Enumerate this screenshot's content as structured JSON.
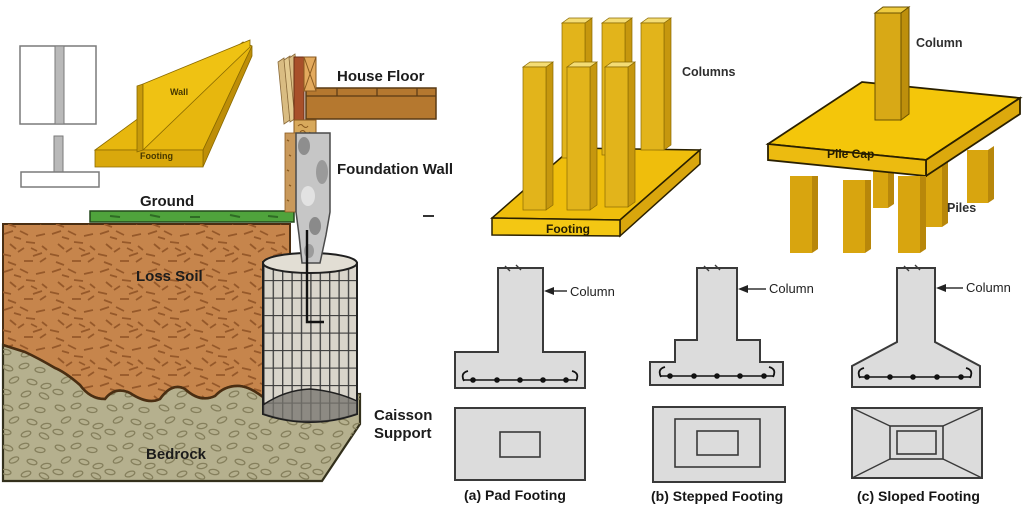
{
  "left": {
    "wall": "Wall",
    "footing": "Footing",
    "ground": "Ground",
    "house_floor": "House Floor",
    "foundation_wall": "Foundation Wall",
    "loss_soil": "Loss Soil",
    "bedrock": "Bedrock",
    "caisson_line1": "Caisson",
    "caisson_line2": "Support"
  },
  "mat": {
    "columns": "Columns",
    "footing": "Footing"
  },
  "pile": {
    "column": "Column",
    "pile_cap": "Pile Cap",
    "piles": "Piles"
  },
  "footings": [
    {
      "caption": "(a) Pad Footing",
      "column": "Column"
    },
    {
      "caption": "(b) Stepped Footing",
      "column": "Column"
    },
    {
      "caption": "(c) Sloped Footing",
      "column": "Column"
    }
  ],
  "colors": {
    "yellow": "#F2C20D",
    "yellow_shadow": "#C7970B",
    "soil": "#C6854C",
    "bedrock": "#B5B08E",
    "grass": "#4FA33C",
    "wood": "#B5782F",
    "brick_red": "#A8502A",
    "concrete_gray": "#C6C6C6",
    "panel_gray": "#DCDCDC",
    "outline": "#3A3A3A",
    "text_dark": "#1C1C1C"
  }
}
